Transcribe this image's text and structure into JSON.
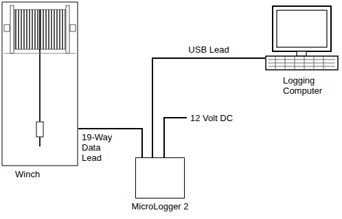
{
  "diagram": {
    "nodes": [
      {
        "text": [
          "Winch"
        ]
      },
      {
        "text": [
          "MicroLogger 2"
        ]
      },
      {
        "text": [
          "Logging Computer"
        ]
      }
    ],
    "edges": [
      {
        "from": 0,
        "to": 1,
        "arrow": "none",
        "label": "19-Way Data Lead"
      },
      {
        "from": 1,
        "to": 2,
        "arrow": "none",
        "label": "USB Lead"
      }
    ],
    "labels": [
      "12 Volt DC"
    ]
  }
}
